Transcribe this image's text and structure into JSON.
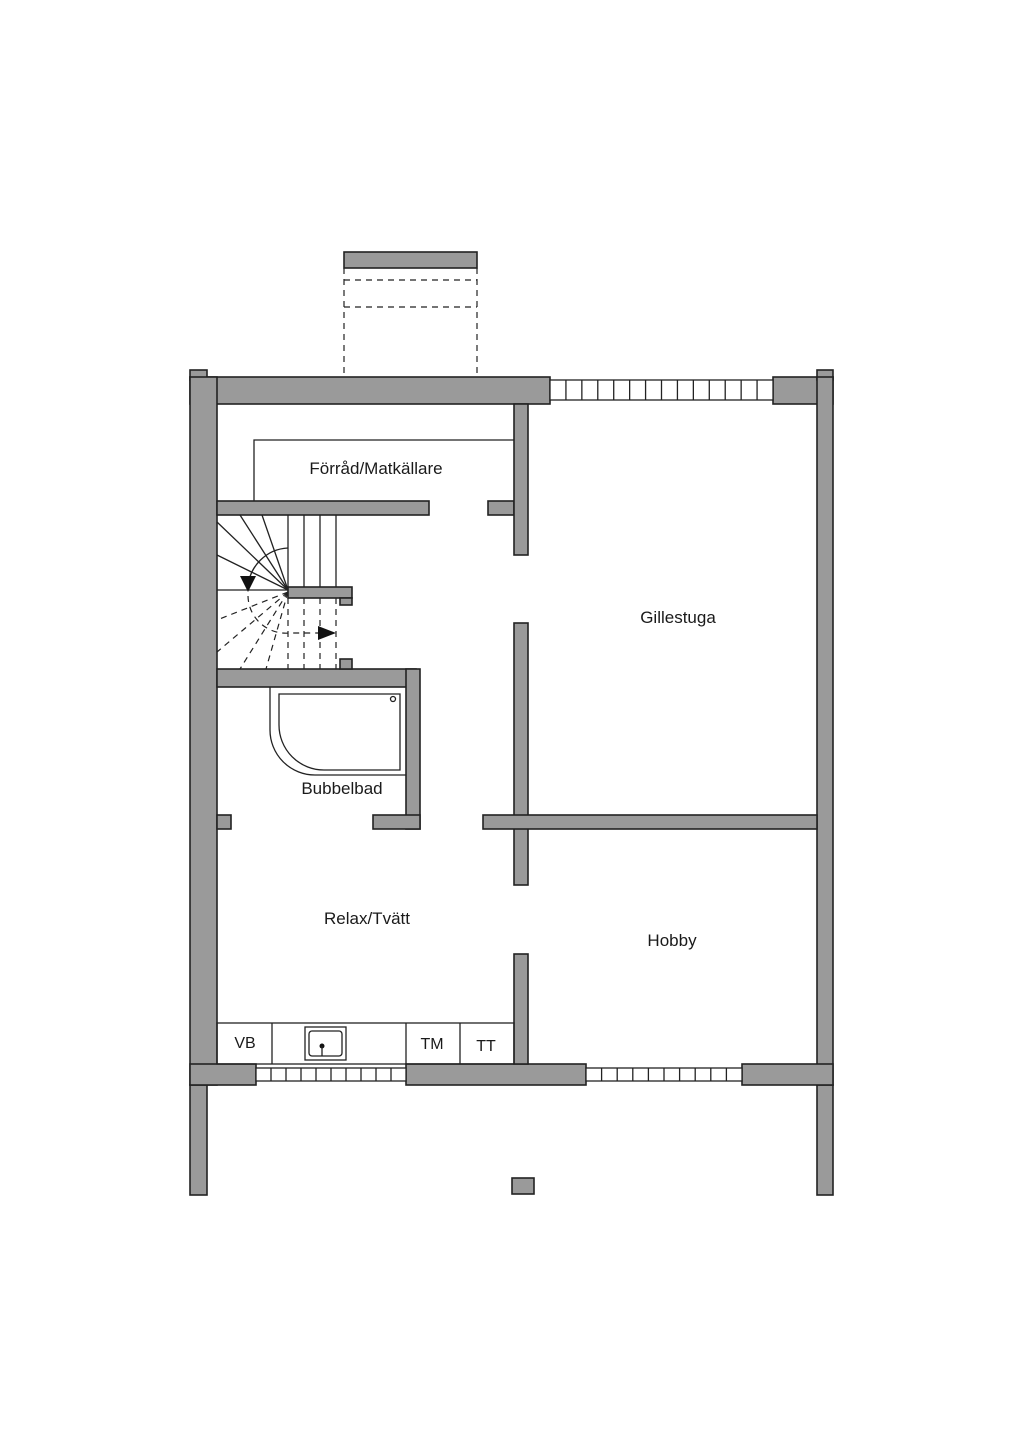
{
  "rooms": {
    "storage": "Förråd/Matkällare",
    "rec_room": "Gillestuga",
    "bath": "Bubbelbad",
    "relax_laundry": "Relax/Tvätt",
    "hobby": "Hobby"
  },
  "fixtures": {
    "sink_cabinet": "VB",
    "washing_machine": "TM",
    "tumble_dryer": "TT"
  },
  "colors": {
    "wall_fill": "#9a9a9a",
    "line": "#222222",
    "background": "#ffffff"
  }
}
